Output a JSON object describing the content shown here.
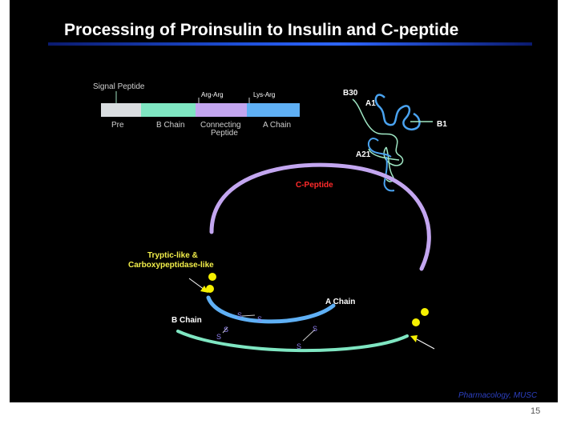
{
  "title": "Processing of Proinsulin to Insulin and C-peptide",
  "precursor": {
    "signal_label": "Signal Peptide",
    "cleavage_sites": [
      "Arg-Arg",
      "Lys-Arg"
    ],
    "segments": [
      {
        "label": "Pre",
        "color": "#d9dde0"
      },
      {
        "label": "B Chain",
        "color": "#7fe6c2"
      },
      {
        "label": "Connecting Peptide",
        "color": "#c3a6f0"
      },
      {
        "label": "A Chain",
        "color": "#5fb0f5"
      }
    ]
  },
  "structure_labels": {
    "b30": "B30",
    "a1": "A1",
    "b1": "B1",
    "a21": "A21"
  },
  "processing": {
    "c_peptide_label": "C-Peptide",
    "enzyme_label_line1": "Tryptic-like &",
    "enzyme_label_line2": "Carboxypeptidase-like",
    "a_chain_label": "A Chain",
    "b_chain_label": "B Chain",
    "disulfide_symbol": "S"
  },
  "colors": {
    "c_peptide_arc": "#c3a6f0",
    "a_chain_arc": "#5fb0f5",
    "b_chain_arc": "#7fe6c2",
    "enzyme_dot": "#f5f000",
    "c_peptide_text": "#ff2a2a",
    "enzyme_text": "#f3ef4a",
    "watermark_text": "#2c3fbf"
  },
  "watermark": "Pharmacology, MUSC",
  "page_number": "15"
}
